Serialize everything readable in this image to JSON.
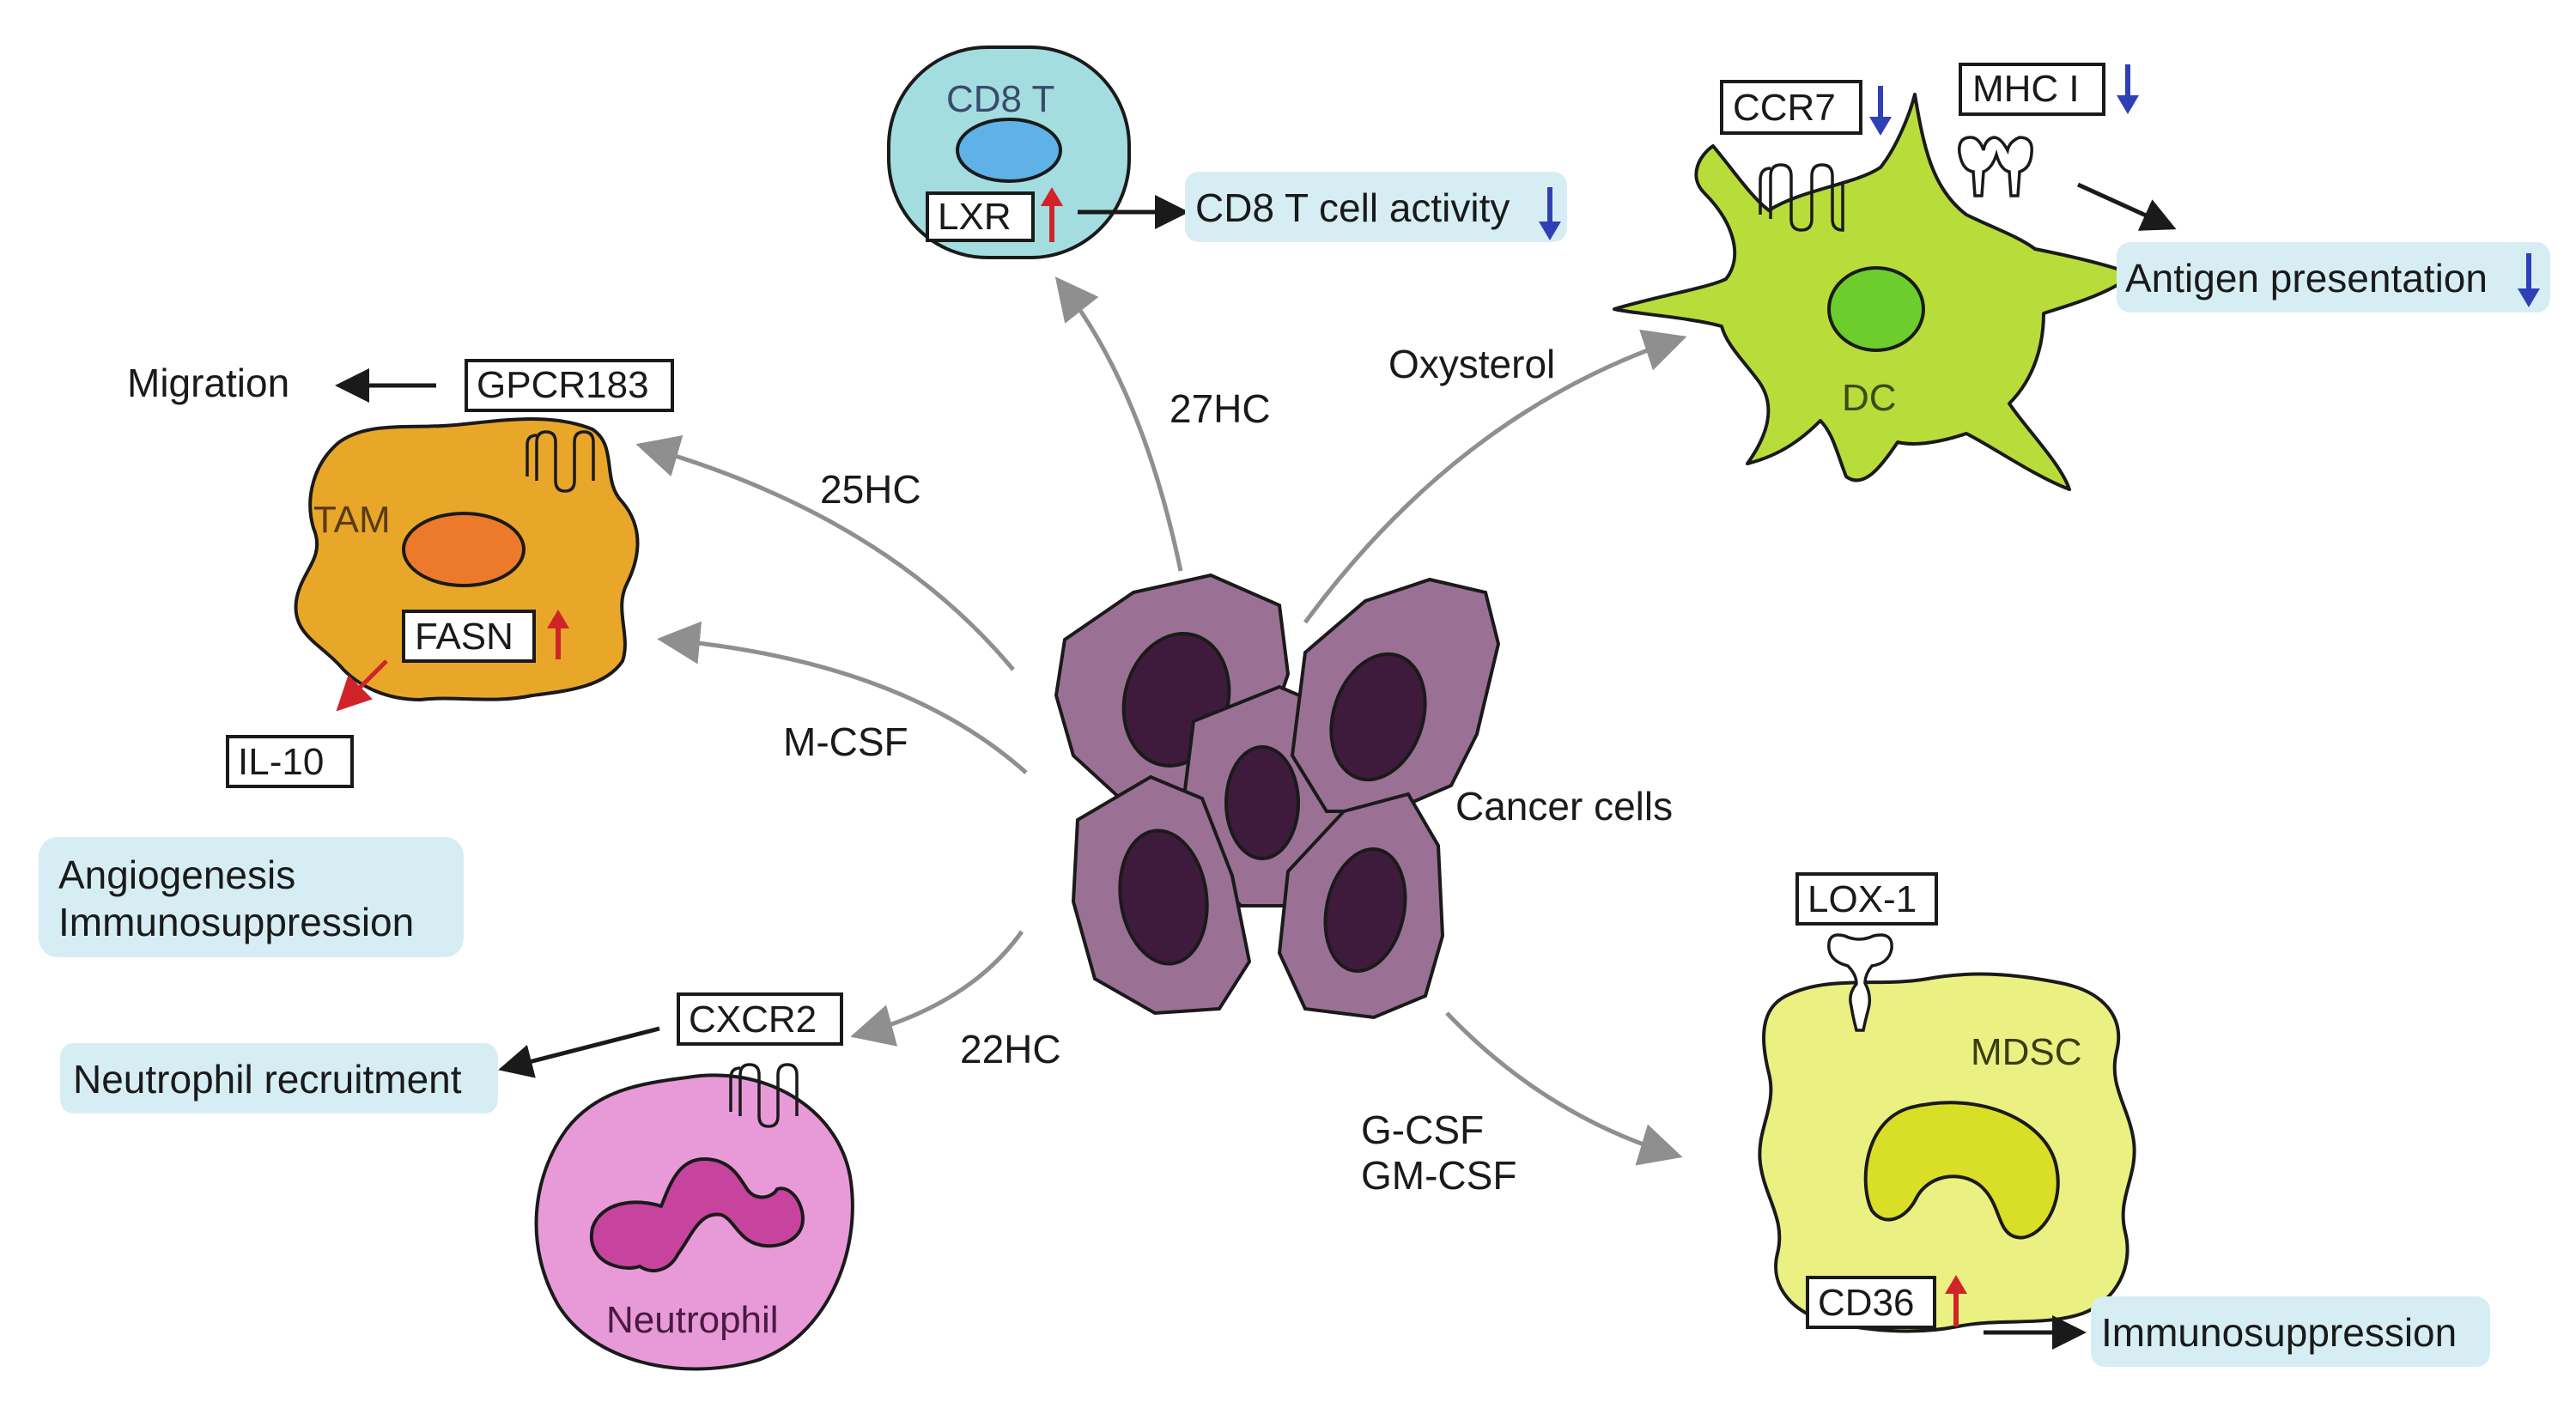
{
  "colors": {
    "arrow_gray": "#8f8f8f",
    "arrow_black": "#1a1a1a",
    "up_red": "#d0232a",
    "down_blue": "#2f3fb6",
    "highlight_bg": "#d6eef3",
    "tam_fill": "#e9a72a",
    "tam_nucleus": "#ec7a2a",
    "cd8_fill": "#a4dde0",
    "cd8_nucleus": "#5fb2e8",
    "dc_fill": "#b8dd3a",
    "dc_nucleus": "#6ccd2c",
    "mdsc_fill": "#eaf082",
    "mdsc_nucleus": "#d9df26",
    "neutrophil_fill": "#e89ad8",
    "neutrophil_nucleus": "#c6449e",
    "cancer_fill": "#9a7195",
    "cancer_nucleus": "#3e1b3c"
  },
  "center": {
    "label": "Cancer cells"
  },
  "signals": {
    "hc27": "27HC",
    "oxysterol": "Oxysterol",
    "hc25": "25HC",
    "mcsf": "M-CSF",
    "hc22": "22HC",
    "gcsf": "G-CSF",
    "gmcsf": "GM-CSF"
  },
  "cd8": {
    "cell_label": "CD8 T",
    "receptor": "LXR",
    "regulation": "up",
    "outcome": "CD8 T cell activity",
    "outcome_regulation": "down"
  },
  "dc": {
    "cell_label": "DC",
    "receptor_1": "CCR7",
    "receptor_1_regulation": "down",
    "receptor_2": "MHC I",
    "receptor_2_regulation": "down",
    "outcome": "Antigen presentation",
    "outcome_regulation": "down"
  },
  "tam": {
    "cell_label": "TAM",
    "receptor": "GPCR183",
    "migration": "Migration",
    "enzyme": "FASN",
    "enzyme_regulation": "up",
    "product": "IL-10",
    "outcome_line_1": "Angiogenesis",
    "outcome_line_2": "Immunosuppression"
  },
  "neutrophil": {
    "cell_label": "Neutrophil",
    "receptor": "CXCR2",
    "outcome": "Neutrophil recruitment"
  },
  "mdsc": {
    "cell_label": "MDSC",
    "receptor_1": "LOX-1",
    "receptor_2": "CD36",
    "receptor_2_regulation": "up",
    "outcome": "Immunosuppression"
  }
}
